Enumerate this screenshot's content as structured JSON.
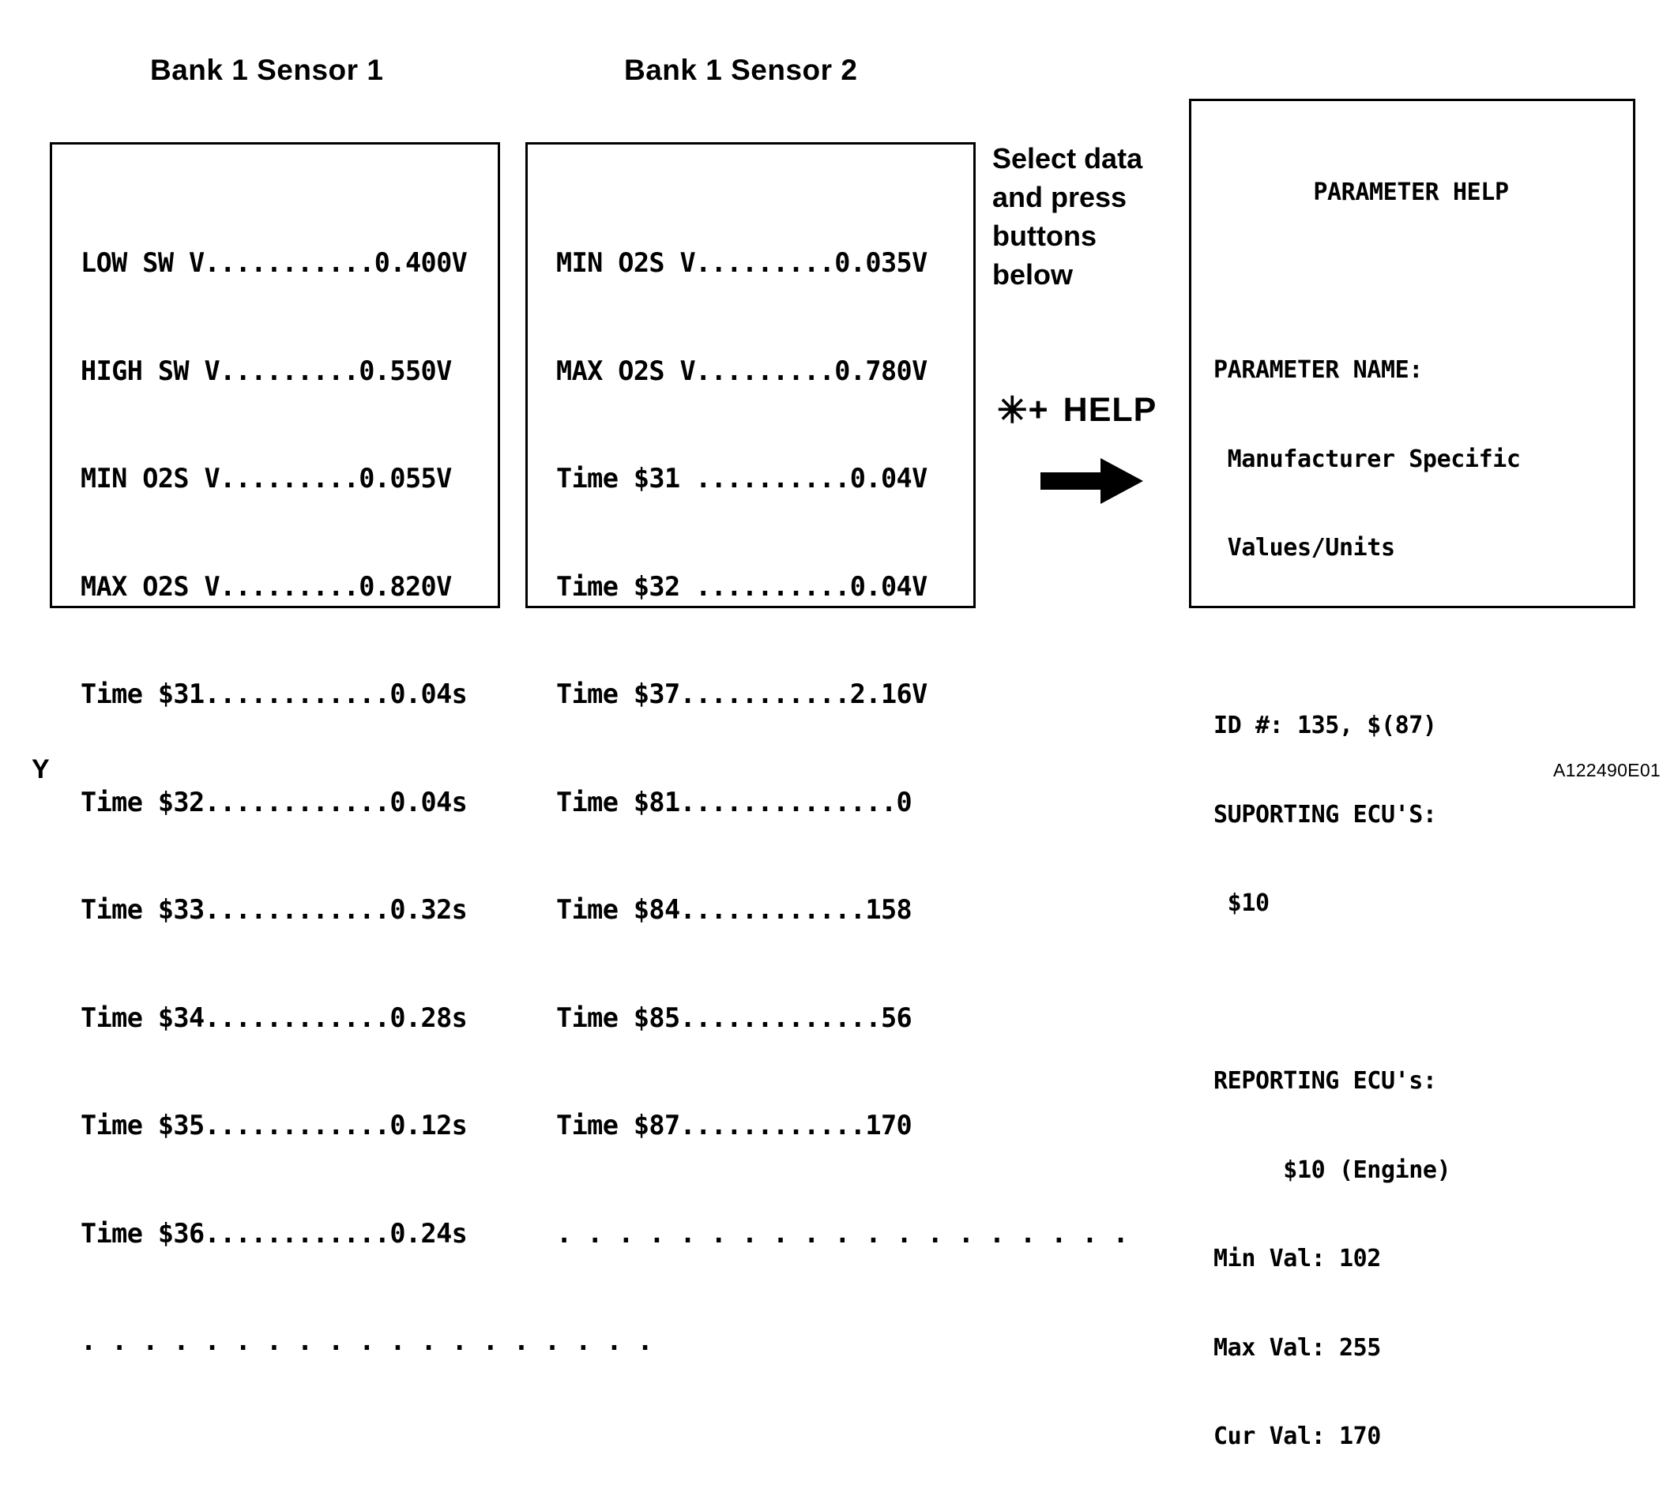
{
  "headings": {
    "bank1_sensor1": "Bank 1 Sensor 1",
    "bank1_sensor2": "Bank 1 Sensor 2"
  },
  "panel_bank1_sensor1": {
    "lines": [
      "LOW SW V...........0.400V",
      "HIGH SW V.........0.550V",
      "MIN O2S V.........0.055V",
      "MAX O2S V.........0.820V",
      "Time $31............0.04s",
      "Time $32............0.04s",
      "Time $33............0.32s",
      "Time $34............0.28s",
      "Time $35............0.12s",
      "Time $36............0.24s",
      ". . . . . . . . . . . . . . . . . . ."
    ],
    "rows": [
      {
        "label": "LOW SW V",
        "value": "0.400V"
      },
      {
        "label": "HIGH SW V",
        "value": "0.550V"
      },
      {
        "label": "MIN O2S V",
        "value": "0.055V"
      },
      {
        "label": "MAX O2S V",
        "value": "0.820V"
      },
      {
        "label": "Time $31",
        "value": "0.04s"
      },
      {
        "label": "Time $32",
        "value": "0.04s"
      },
      {
        "label": "Time $33",
        "value": "0.32s"
      },
      {
        "label": "Time $34",
        "value": "0.28s"
      },
      {
        "label": "Time $35",
        "value": "0.12s"
      },
      {
        "label": "Time $36",
        "value": "0.24s"
      }
    ]
  },
  "panel_bank1_sensor2": {
    "lines": [
      "MIN O2S V.........0.035V",
      "MAX O2S V.........0.780V",
      "Time $31 ..........0.04V",
      "Time $32 ..........0.04V",
      "Time $37...........2.16V",
      "Time $81..............0",
      "Time $84............158",
      "Time $85.............56",
      "Time $87............170",
      ". . . . . . . . . . . . . . . . . . ."
    ],
    "rows": [
      {
        "label": "MIN O2S V",
        "value": "0.035V"
      },
      {
        "label": "MAX O2S V",
        "value": "0.780V"
      },
      {
        "label": "Time $31",
        "value": "0.04V"
      },
      {
        "label": "Time $32",
        "value": "0.04V"
      },
      {
        "label": "Time $37",
        "value": "2.16V"
      },
      {
        "label": "Time $81",
        "value": "0"
      },
      {
        "label": "Time $84",
        "value": "158"
      },
      {
        "label": "Time $85",
        "value": "56"
      },
      {
        "label": "Time $87",
        "value": "170"
      }
    ]
  },
  "instruction": {
    "lines": [
      "Select data",
      "and press",
      "buttons",
      "below"
    ]
  },
  "help_combo": {
    "star": "✳",
    "plus": "+",
    "word": "HELP"
  },
  "panel_parameter_help": {
    "title": "PARAMETER HELP",
    "lines": [
      "PARAMETER NAME:",
      " Manufacturer Specific",
      " Values/Units",
      "",
      "ID #: 135, $(87)",
      "SUPORTING ECU'S:",
      " $10",
      "",
      "REPORTING ECU's:",
      "     $10 (Engine)",
      "Min Val: 102",
      "Max Val: 255",
      "Cur Val: 170"
    ],
    "fields": {
      "parameter_name_label": "PARAMETER NAME:",
      "parameter_name_value": "Manufacturer Specific Values/Units",
      "id_line": "ID #: 135, $(87)",
      "supporting_ecus_label": "SUPORTING ECU'S:",
      "supporting_ecus_value": "$10",
      "reporting_ecus_label": "REPORTING ECU's:",
      "reporting_ecus_value": "$10 (Engine)",
      "min_val_label": "Min Val:",
      "min_val": "102",
      "max_val_label": "Max Val:",
      "max_val": "255",
      "cur_val_label": "Cur Val:",
      "cur_val": "170"
    }
  },
  "annotations": {
    "sheet_marker": "Y",
    "figure_code": "A122490E01"
  },
  "colors": {
    "ink": "#000000",
    "paper": "#ffffff"
  }
}
